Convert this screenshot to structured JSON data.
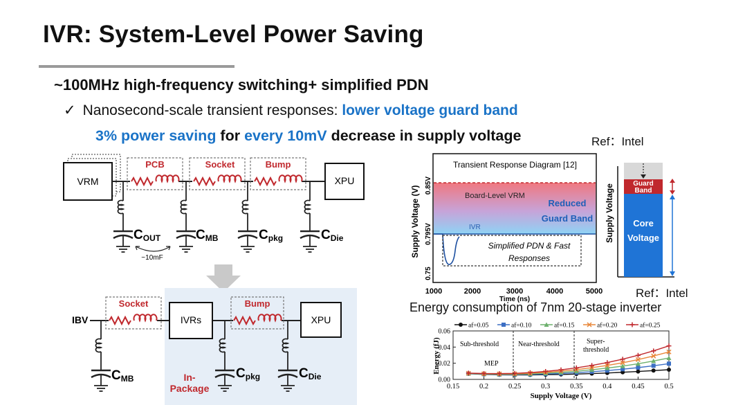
{
  "title": "IVR: System-Level Power Saving",
  "bullets": {
    "main": "~100MHz high-frequency switching+ simplified PDN",
    "check": "✓",
    "sub_text": "Nanosecond-scale transient responses: ",
    "sub_highlight": "lower voltage guard band",
    "third_hl1": "3% power saving",
    "third_mid": " for ",
    "third_hl2": "every 10mV",
    "third_end": " decrease in supply voltage"
  },
  "refs": {
    "top": "Ref：Intel",
    "bottom": "Ref：Intel"
  },
  "circuit_top": {
    "vrm": "VRM",
    "pcb": "PCB",
    "socket": "Socket",
    "bump": "Bump",
    "xpu": "XPU",
    "c_out": "C",
    "c_out_sub": "OUT",
    "c_mb": "C",
    "c_mb_sub": "MB",
    "c_pkg": "C",
    "c_pkg_sub": "pkg",
    "c_die": "C",
    "c_die_sub": "Die",
    "cap_value": "~10mF"
  },
  "circuit_bottom": {
    "ibv": "IBV",
    "socket": "Socket",
    "ivrs": "IVRs",
    "bump": "Bump",
    "xpu": "XPU",
    "c_mb": "C",
    "c_mb_sub": "MB",
    "c_pkg": "C",
    "c_pkg_sub": "pkg",
    "c_die": "C",
    "c_die_sub": "Die",
    "in_package_1": "In-",
    "in_package_2": "Package"
  },
  "transient": {
    "title": "Transient Response Diagram [12]",
    "ylabel": "Supply Voltage  (V)",
    "xlabel": "Time (ns)",
    "yticks": [
      "0.85V",
      "0.795V",
      "0.75"
    ],
    "xticks": [
      "1000",
      "2000",
      "3000",
      "4000",
      "5000"
    ],
    "board_label": "Board-Level VRM",
    "reduced_1": "Reduced",
    "reduced_2": "Guard Band",
    "ivr_label": "IVR",
    "pdn_1": "Simplified PDN & Fast",
    "pdn_2": "Responses"
  },
  "voltage_bar": {
    "ylabel": "Supply Voltage",
    "guard_1": "Guard",
    "guard_2": "Band",
    "core_1": "Core",
    "core_2": "Voltage"
  },
  "energy_caption": "Energy consumption of 7nm 20-stage inverter",
  "chart_data": {
    "type": "line",
    "title": "",
    "xlabel": "Supply Voltage (V)",
    "ylabel": "Energy (fJ)",
    "xlim": [
      0.15,
      0.5
    ],
    "ylim": [
      0.0,
      0.06
    ],
    "xticks": [
      "0.15",
      "0.2",
      "0.25",
      "0.3",
      "0.35",
      "0.4",
      "0.45",
      "0.5"
    ],
    "yticks": [
      "0.00",
      "0.02",
      "0.04",
      "0.06"
    ],
    "regions": [
      "Sub-threshold",
      "Near-threshold",
      "Super-",
      "threshold"
    ],
    "mep_label": "MEP",
    "x": [
      0.175,
      0.2,
      0.225,
      0.25,
      0.275,
      0.3,
      0.325,
      0.35,
      0.375,
      0.4,
      0.425,
      0.45,
      0.475,
      0.5
    ],
    "series": [
      {
        "name": "af=0.05",
        "color": "#111111",
        "marker": "circle",
        "values": [
          0.007,
          0.0062,
          0.0057,
          0.0055,
          0.0056,
          0.0058,
          0.0061,
          0.0066,
          0.0072,
          0.0079,
          0.0088,
          0.0098,
          0.0109,
          0.012
        ]
      },
      {
        "name": "af=0.10",
        "color": "#3c6fc4",
        "marker": "square",
        "values": [
          0.0072,
          0.0065,
          0.006,
          0.0059,
          0.0062,
          0.0067,
          0.0074,
          0.0083,
          0.0095,
          0.0109,
          0.0126,
          0.0146,
          0.0169,
          0.0195
        ]
      },
      {
        "name": "af=0.15",
        "color": "#6db06d",
        "marker": "triangle",
        "values": [
          0.0074,
          0.0067,
          0.0064,
          0.0064,
          0.0068,
          0.0076,
          0.0087,
          0.0101,
          0.0119,
          0.014,
          0.0165,
          0.0194,
          0.0228,
          0.0265
        ]
      },
      {
        "name": "af=0.20",
        "color": "#e8873a",
        "marker": "x",
        "values": [
          0.0076,
          0.007,
          0.0068,
          0.0069,
          0.0076,
          0.0087,
          0.0102,
          0.0121,
          0.0145,
          0.0173,
          0.0206,
          0.0245,
          0.029,
          0.034
        ]
      },
      {
        "name": "af=0.25",
        "color": "#c0282d",
        "marker": "plus",
        "values": [
          0.0078,
          0.0073,
          0.0072,
          0.0075,
          0.0084,
          0.0099,
          0.0118,
          0.0143,
          0.0173,
          0.0208,
          0.025,
          0.0298,
          0.0353,
          0.0415
        ]
      }
    ]
  }
}
